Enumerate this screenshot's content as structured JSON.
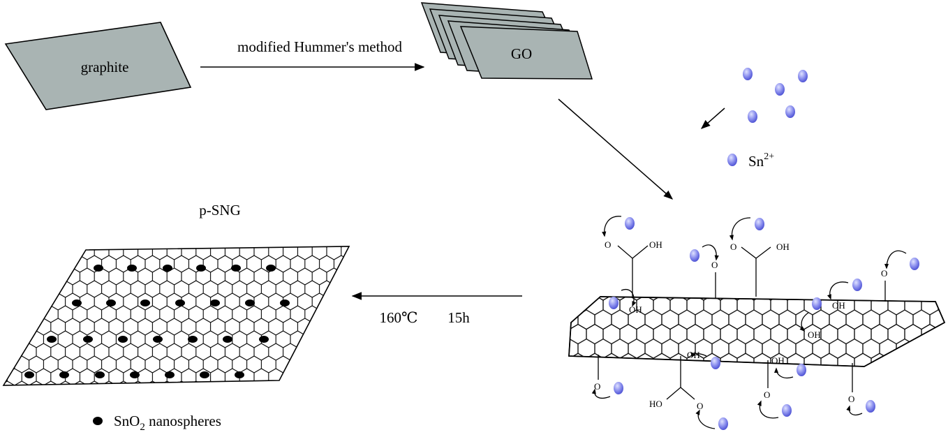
{
  "labels": {
    "graphite": "graphite",
    "method": "modified Hummer's method",
    "go": "GO",
    "tin_ion_base": "Sn",
    "tin_ion_charge": "2+",
    "product": "p-SNG",
    "conditions_temp": "160℃",
    "conditions_time": "15h",
    "legend_base": "SnO",
    "legend_sub": "2",
    "legend_rest": " nanospheres"
  },
  "groups": {
    "oh": "OH",
    "o": "O",
    "ho": "HO"
  },
  "colors": {
    "sheet_fill": "#a9b4b3",
    "ion_fill": "#6f73e6",
    "ion_highlight": "#dfe2ff",
    "nanosphere": "#000000"
  }
}
